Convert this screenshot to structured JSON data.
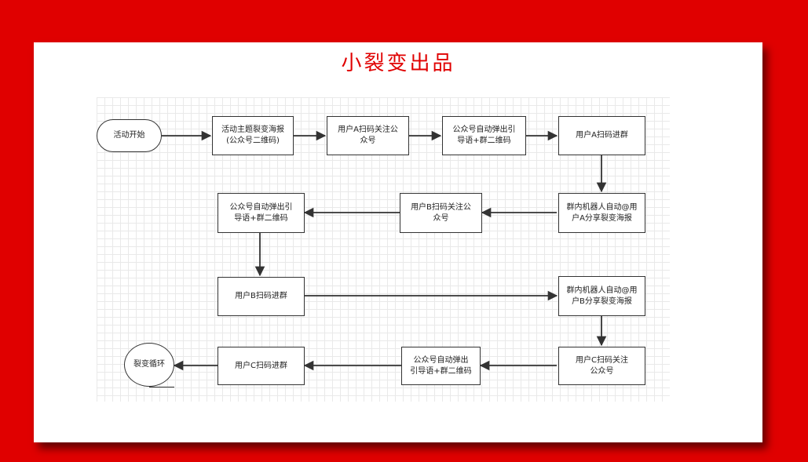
{
  "title": "小裂变出品",
  "nodes": {
    "start": "活动开始",
    "poster": "活动主题裂变海报\n(公众号二维码)",
    "user_a_follow": "用户A扫码关注公\n众号",
    "popup_a": "公众号自动弹出引\n导语+群二维码",
    "user_a_join": "用户A扫码进群",
    "bot_a": "群内机器人自动@用\n户A分享裂变海报",
    "user_b_follow": "用户B扫码关注公\n众号",
    "popup_b": "公众号自动弹出引\n导语+群二维码",
    "user_b_join": "用户B扫码进群",
    "bot_b": "群内机器人自动@用\n户B分享裂变海报",
    "user_c_follow": "用户C扫码关注\n公众号",
    "popup_c": "公众号自动弹出\n引导语+群二维码",
    "user_c_join": "用户C扫码进群",
    "loop": "裂变循环"
  },
  "colors": {
    "background": "#e00000",
    "title": "#e00000",
    "line": "#333333"
  }
}
